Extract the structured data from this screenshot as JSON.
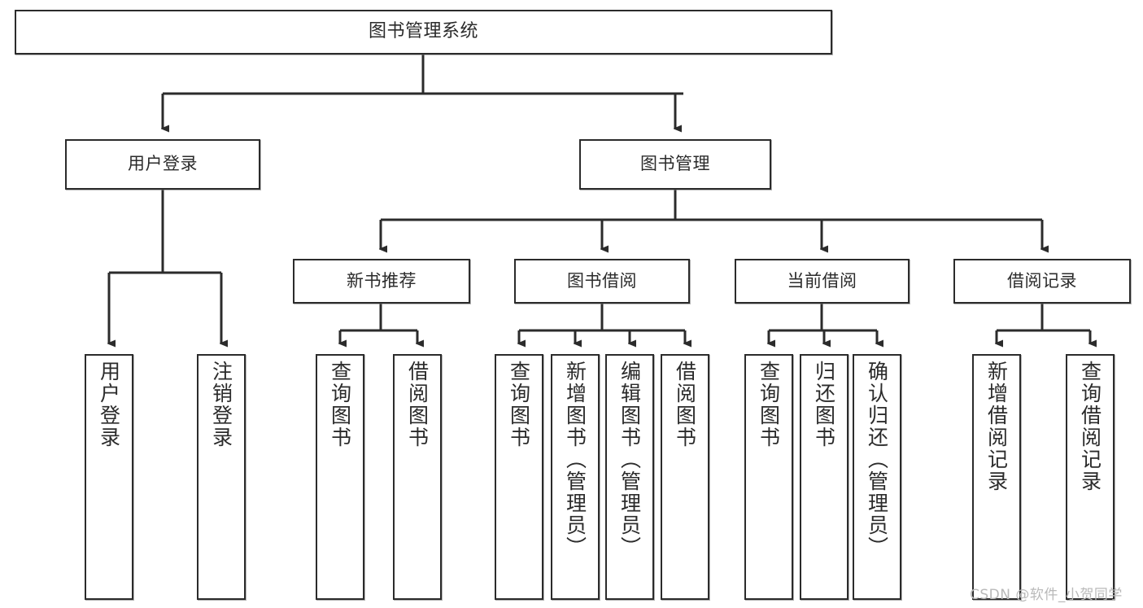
{
  "diagram": {
    "title": "图书管理系统",
    "type": "function-hierarchy-tree",
    "watermark": "CSDN @软件_小贺同学",
    "colors": {
      "border": "#2b2b2b",
      "background": "#ffffff",
      "text": "#2b2b2b",
      "watermark": "#b9b9b9"
    },
    "levels": {
      "root": [
        "图书管理系统"
      ],
      "level2": [
        "用户登录",
        "图书管理"
      ],
      "level3": [
        "新书推荐",
        "图书借阅",
        "当前借阅",
        "借阅记录"
      ],
      "leaves": [
        "用户登录",
        "注销登录",
        "查询图书",
        "借阅图书",
        "查询图书",
        "新增图书（管理员）",
        "编辑图书（管理员）",
        "借阅图书",
        "查询图书",
        "归还图书",
        "确认归还（管理员）",
        "新增借阅记录",
        "查询借阅记录"
      ]
    },
    "nodes": {
      "root": {
        "label": "图书管理系统"
      },
      "user_login": {
        "label": "用户登录"
      },
      "book_manage": {
        "label": "图书管理"
      },
      "new_book_rec": {
        "label": "新书推荐"
      },
      "book_borrow": {
        "label": "图书借阅"
      },
      "current_borrow": {
        "label": "当前借阅"
      },
      "borrow_record": {
        "label": "借阅记录"
      },
      "leaf_user_login": {
        "label": "用户登录"
      },
      "leaf_logout": {
        "label": "注销登录"
      },
      "leaf_query_book_1": {
        "label": "查询图书"
      },
      "leaf_borrow_book_1": {
        "label": "借阅图书"
      },
      "leaf_query_book_2": {
        "label": "查询图书"
      },
      "leaf_add_book_admin": {
        "label": "新增图书（管理员）"
      },
      "leaf_edit_book_admin": {
        "label": "编辑图书（管理员）"
      },
      "leaf_borrow_book_2": {
        "label": "借阅图书"
      },
      "leaf_query_book_3": {
        "label": "查询图书"
      },
      "leaf_return_book": {
        "label": "归还图书"
      },
      "leaf_confirm_return_admin": {
        "label": "确认归还（管理员）"
      },
      "leaf_add_borrow_record": {
        "label": "新增借阅记录"
      },
      "leaf_query_borrow_record": {
        "label": "查询借阅记录"
      }
    }
  }
}
